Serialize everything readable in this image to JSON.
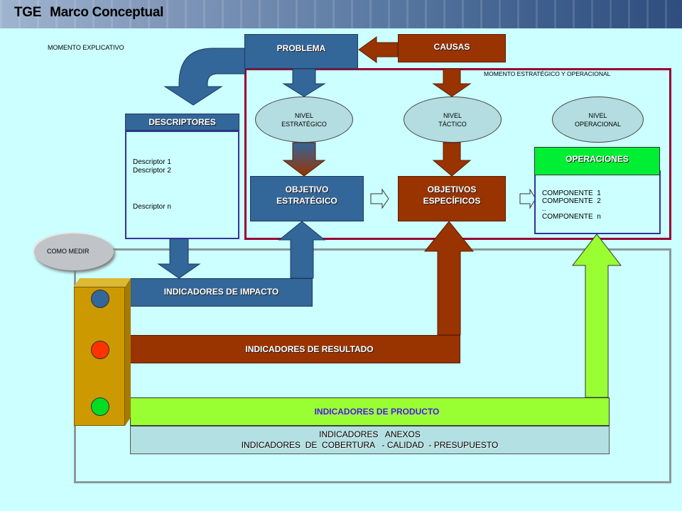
{
  "header": {
    "tge": "TGE",
    "title": "Marco Conceptual"
  },
  "labels": {
    "momento_explicativo": "MOMENTO EXPLICATIVO",
    "momento_estrategico": "MOMENTO ESTRATÉGICO Y OPERACIONAL",
    "como_medir": "COMO MEDIR"
  },
  "boxes": {
    "problema": "PROBLEMA",
    "causas": "CAUSAS",
    "descriptores": "DESCRIPTORES",
    "objetivo_estrategico": [
      "OBJETIVO",
      "ESTRATÉGICO"
    ],
    "objetivos_especificos": [
      "OBJETIVOS",
      "ESPECÍFICOS"
    ],
    "operaciones": "OPERACIONES"
  },
  "descriptors": [
    "Descriptor 1",
    "Descriptor 2",
    "Descriptor n"
  ],
  "components": [
    "COMPONENTE  1",
    "COMPONENTE  2",
    "..",
    "COMPONENTE  n"
  ],
  "levels": {
    "estrategico": [
      "NIVEL",
      "ESTRATÉGICO"
    ],
    "tactico": [
      "NIVEL",
      "TÁCTICO"
    ],
    "operacional": [
      "NIVEL",
      "OPERACIONAL"
    ]
  },
  "indicators": {
    "impacto": "INDICADORES  DE  IMPACTO",
    "resultado": "INDICADORES  DE  RESULTADO",
    "producto": "INDICADORES  DE  PRODUCTO",
    "anexos": [
      "INDICADORES   ANEXOS",
      "INDICADORES  DE  COBERTURA   - CALIDAD  - PRESUPUESTO"
    ]
  },
  "colors": {
    "background": "#ccffff",
    "blue": "#336699",
    "brown": "#993300",
    "lime": "#99ff33",
    "operaciones_green": "#00ee33",
    "frame_maroon": "#990033",
    "frame_blue": "#333399",
    "traffic_light_body": "#cc9900",
    "light_top": "#336699",
    "light_middle": "#ff3300",
    "light_bottom": "#00dd22"
  }
}
